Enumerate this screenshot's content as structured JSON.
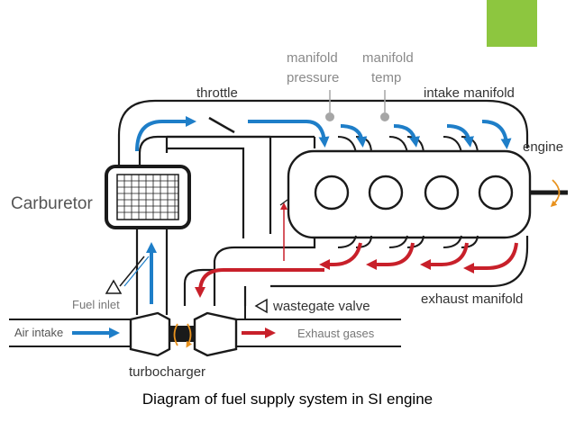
{
  "labels": {
    "throttle": "throttle",
    "manifold_pressure_1": "manifold",
    "manifold_pressure_2": "pressure",
    "manifold_temp_1": "manifold",
    "manifold_temp_2": "temp",
    "intake_manifold": "intake manifold",
    "engine": "engine",
    "carburetor": "Carburetor",
    "fuel_inlet": "Fuel inlet",
    "wastegate_valve": "wastegate valve",
    "exhaust_manifold": "exhaust manifold",
    "air_intake": "Air intake",
    "exhaust_gases": "Exhaust gases",
    "turbocharger": "turbocharger"
  },
  "caption": "Diagram of fuel supply system in SI engine",
  "colors": {
    "intake_arrow": "#1e7ec8",
    "exhaust_arrow": "#c8202a",
    "pipe": "#1a1a1a",
    "sensor": "#a6a6a6",
    "shaft_rotation": "#e8921e",
    "accent": "#8dc63f"
  }
}
